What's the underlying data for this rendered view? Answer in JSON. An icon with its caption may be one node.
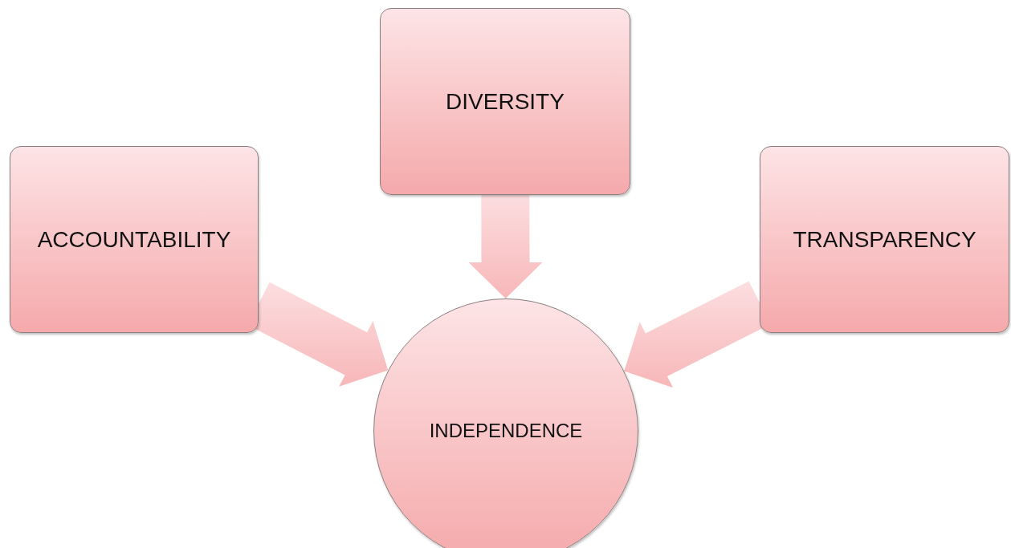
{
  "diagram": {
    "nodes": [
      {
        "text": [
          "DIVERSITY"
        ]
      },
      {
        "text": [
          "ACCOUNTABILITY"
        ]
      },
      {
        "text": [
          "TRANSPARENCY"
        ]
      },
      {
        "text": [
          "INDEPENDENCE"
        ]
      }
    ],
    "edges": [
      {
        "from": 0,
        "to": 3,
        "arrow": "to"
      },
      {
        "from": 1,
        "to": 3,
        "arrow": "to"
      },
      {
        "from": 2,
        "to": 3,
        "arrow": "to"
      }
    ]
  }
}
